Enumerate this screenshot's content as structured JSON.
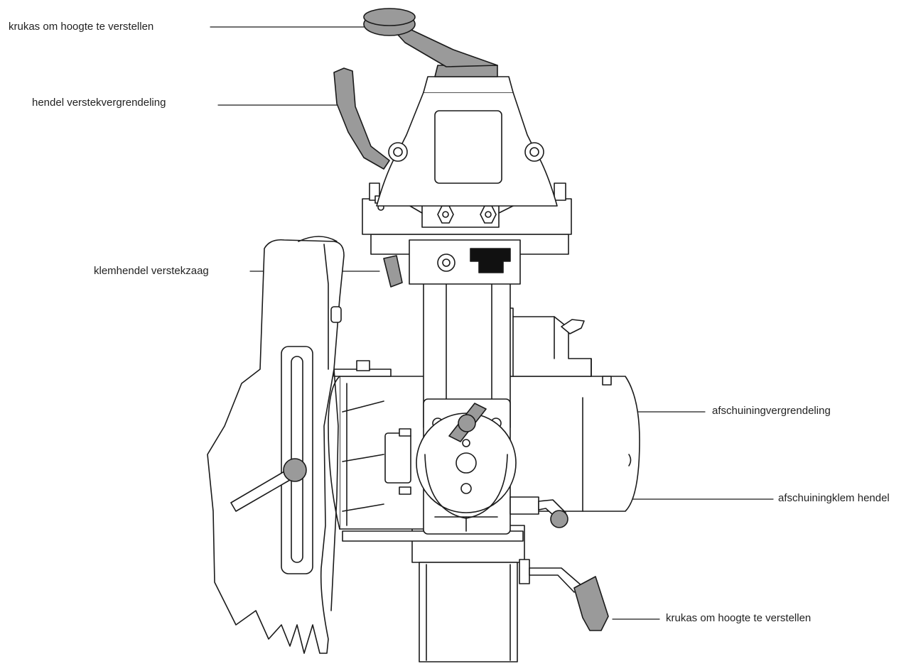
{
  "colors": {
    "line": "#1a1a1a",
    "shade": "#9a9a9a",
    "dark": "#111111",
    "background": "#ffffff"
  },
  "labels": {
    "crank_top": "krukas om hoogte te verstellen",
    "miter_lock": "hendel verstekvergrendeling",
    "clamp_lever": "klemhendel verstekzaag",
    "bevel_lock": "afschuiningvergrendeling",
    "bevel_clamp": "afschuiningklem hendel",
    "crank_bottom": "krukas om hoogte te verstellen"
  }
}
